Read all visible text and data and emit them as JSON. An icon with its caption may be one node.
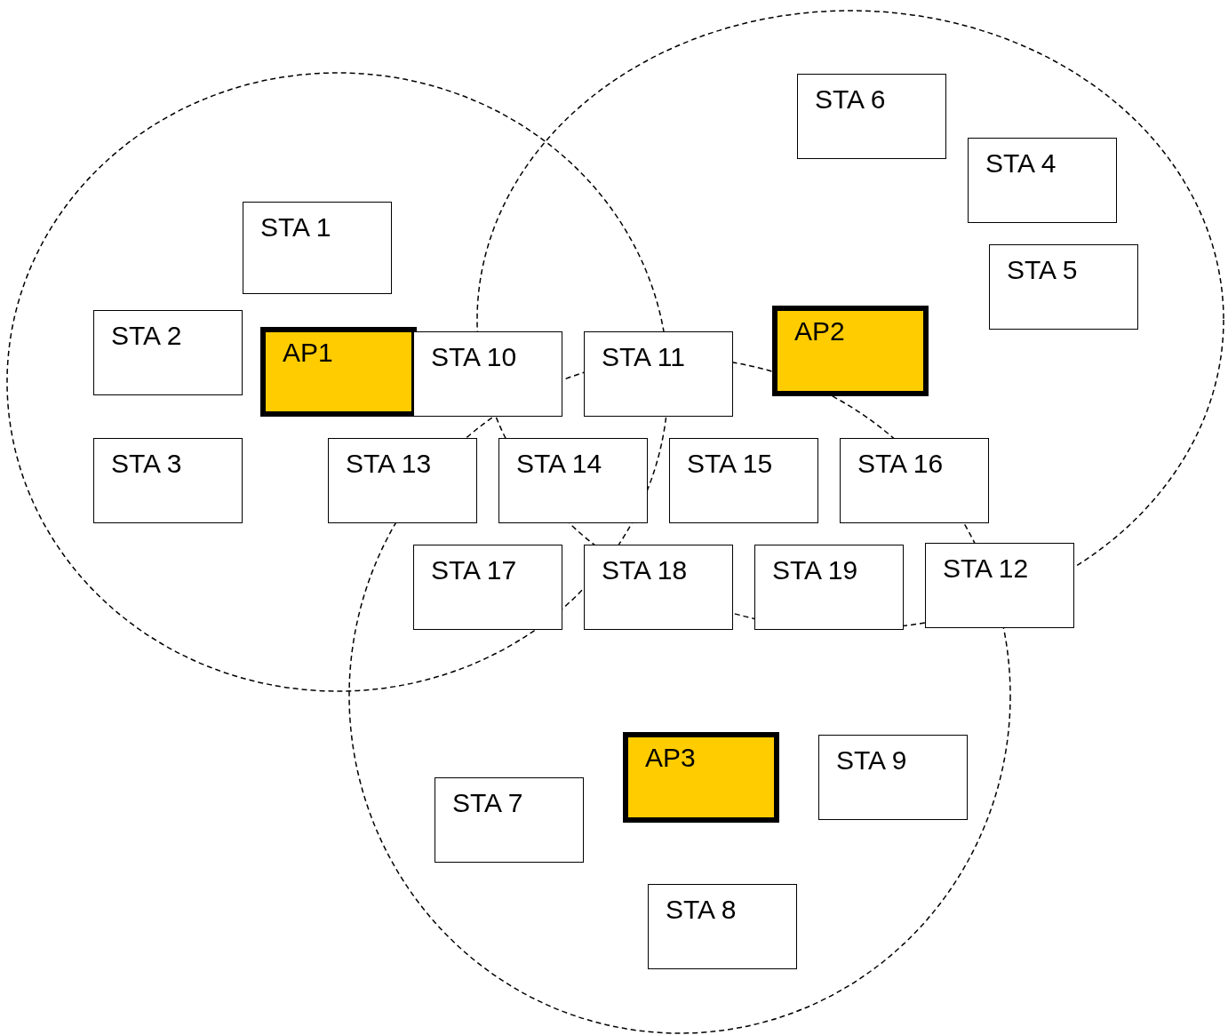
{
  "diagram": {
    "nodes": [
      {
        "text": [
          "STA 6"
        ]
      },
      {
        "text": [
          "STA 4"
        ]
      },
      {
        "text": [
          "STA 1"
        ]
      },
      {
        "text": [
          "STA 5"
        ]
      },
      {
        "text": [
          "AP2"
        ]
      },
      {
        "text": [
          "STA 2"
        ]
      },
      {
        "text": [
          "AP1"
        ]
      },
      {
        "text": [
          "STA 10"
        ]
      },
      {
        "text": [
          "STA 11"
        ]
      },
      {
        "text": [
          "STA 3"
        ]
      },
      {
        "text": [
          "STA 13"
        ]
      },
      {
        "text": [
          "STA 14"
        ]
      },
      {
        "text": [
          "STA 15"
        ]
      },
      {
        "text": [
          "STA 16"
        ]
      },
      {
        "text": [
          "STA 17"
        ]
      },
      {
        "text": [
          "STA 18"
        ]
      },
      {
        "text": [
          "STA 19"
        ]
      },
      {
        "text": [
          "STA 12"
        ]
      },
      {
        "text": [
          "AP3"
        ]
      },
      {
        "text": [
          "STA 9"
        ]
      },
      {
        "text": [
          "STA 7"
        ]
      },
      {
        "text": [
          "STA 8"
        ]
      }
    ]
  }
}
